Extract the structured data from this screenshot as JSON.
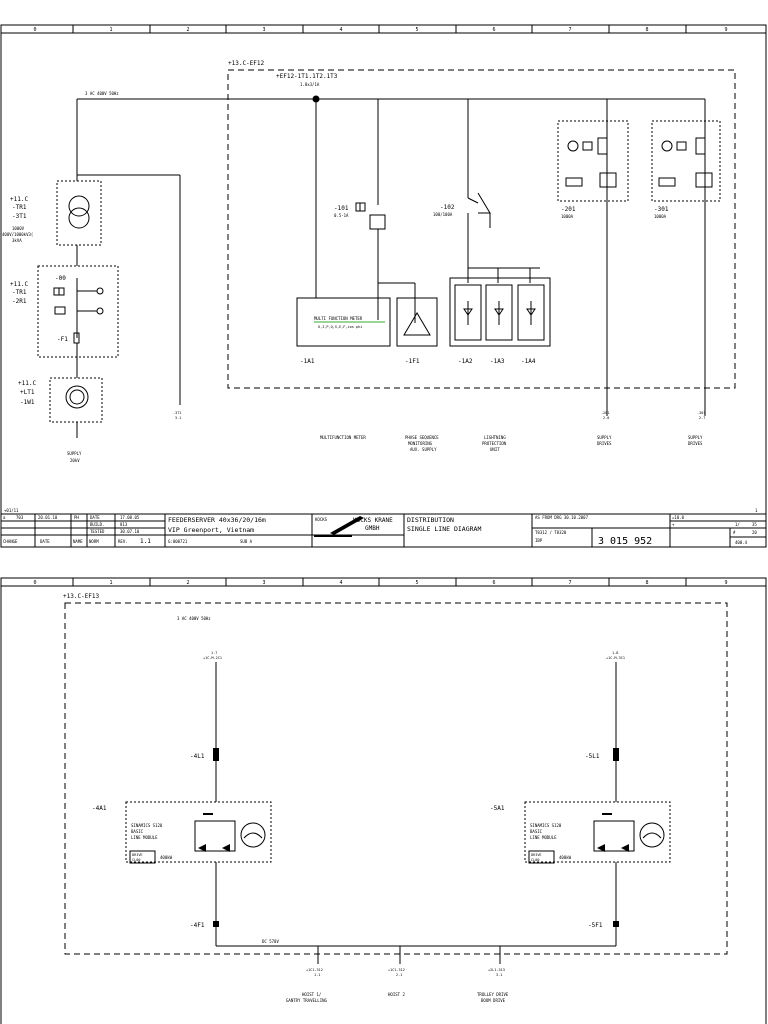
{
  "grid_columns": [
    "0",
    "1",
    "2",
    "3",
    "4",
    "5",
    "6",
    "7",
    "8",
    "9"
  ],
  "sheet1": {
    "cabinet_tag": "+13.C-EF12",
    "busbar_tag": "+EF12-1T1.1T2.1T3",
    "busbar_sub": "1.8x3/1A",
    "supply_line": "3 AC 400V 50Hz",
    "transformer": {
      "loc": "+11.C",
      "tag1": "-TR1",
      "tag2": "-3T1",
      "spec1": "1000V",
      "spec2": "400V/1000kV3(",
      "spec3": "3kVA"
    },
    "control": {
      "loc": "+11.C",
      "tag1": "-TR1",
      "tag2": "-2R1",
      "q0": "-00",
      "f1": "-F1"
    },
    "light": {
      "loc": "+11.C",
      "tag1": "+LT1",
      "tag2": "-1W1"
    },
    "supply_label_1": "SUPPLY",
    "supply_label_2": "20kV",
    "ref_3t1": "-3T1",
    "ref_3t1_b": "3.1",
    "breaker_101": "-101",
    "breaker_101_val": "0.5-1A",
    "breaker_102": "-102",
    "breaker_102_val": "100/100A",
    "meter_title": "MULTI FUNCTION METER",
    "meter_sub": "U,I,P,Q,S,E,F,cos phi",
    "tag_1a1": "-1A1",
    "tag_1f1": "-1F1",
    "tag_1a2": "-1A2",
    "tag_1a3": "-1A3",
    "tag_1a4": "-1A4",
    "feeder_201": "-201",
    "feeder_201_val": "1000A",
    "feeder_301": "-301",
    "feeder_301_val": "1000A",
    "ref_201": "-201",
    "ref_201_b": "2.0",
    "ref_301": "-301",
    "ref_301_b": "2.7",
    "desc_meter": "MULTIFUNCTION METER",
    "desc_phase": [
      "PHASE SEQUENCE",
      "MONITORING",
      "AUX. SUPPLY"
    ],
    "desc_light": [
      "LIGHTNING",
      "PROTECTION",
      "UNIT"
    ],
    "desc_supply1": [
      "SUPPLY",
      "DRIVES"
    ],
    "desc_supply2": [
      "SUPPLY",
      "DRIVES"
    ],
    "frame_left": "+01/11",
    "frame_right": "1",
    "title_block": {
      "r1": [
        "a",
        "703",
        "20.01.10",
        "PH",
        "DATE",
        "17.08.05"
      ],
      "r2": [
        "",
        "",
        "",
        "",
        "BUILD.",
        "813"
      ],
      "r3": [
        "",
        "",
        "",
        "",
        "TESTED",
        "30.07.10"
      ],
      "r4": [
        "CHANGE",
        "DATE",
        "NAME",
        "NORM",
        "REV.",
        "1.1"
      ],
      "project1": "FEEDERSERVER 40x36/20/16m",
      "project2": "VIP Greenport, Vietnam",
      "project3": "G:000721",
      "project4": "SUB A",
      "brand_small": "KOCKS",
      "brand_name": "KOCKS KRANE",
      "brand_gmbh": "GMBH",
      "desc1": "DISTRIBUTION",
      "desc2": "SINGLE LINE DIAGRAM",
      "sheet_ref": "AS FROM DRG 30.10.2007",
      "ident": "=10.0",
      "plus": "+",
      "page": "1/",
      "page2": "35",
      "count_label": "#",
      "count": "20",
      "t_row": "T8312 / T8320",
      "ident_small": "IBP",
      "drawing_no": "3 015 952",
      "corner": "400.4"
    }
  },
  "sheet2": {
    "cabinet_tag": "+13.C-EF13",
    "supply_line": "3 AC 400V 50Hz",
    "top_ref_left": "1.7",
    "top_ref_left_b": "+1C-M-2C1",
    "top_ref_right": "1.8",
    "top_ref_right_b": "+1C-M-3C1",
    "fuse_left": "-4L1",
    "fuse_right": "-5L1",
    "unit_left": "-4A1",
    "unit_right": "-5A1",
    "module": [
      "SINAMICS S120",
      "BASIC",
      "LINE MODULE"
    ],
    "drive_label": "DRIVE",
    "drive_code": "CL00",
    "power": "400kW",
    "out_left": "-4F1",
    "out_right": "-5F1",
    "dc_bus": "DC 570V",
    "refs": [
      {
        "a": "+1C1-312",
        "b": "1.1",
        "d": [
          "HOIST 1/",
          "GANTRY TRAVELLING"
        ]
      },
      {
        "a": "+1C1-312",
        "b": "2.1",
        "d": [
          "HOIST 2"
        ]
      },
      {
        "a": "+2L1-313",
        "b": "3.1",
        "d": [
          "TROLLEY DRIVE",
          "BOOM DRIVE"
        ]
      }
    ]
  }
}
